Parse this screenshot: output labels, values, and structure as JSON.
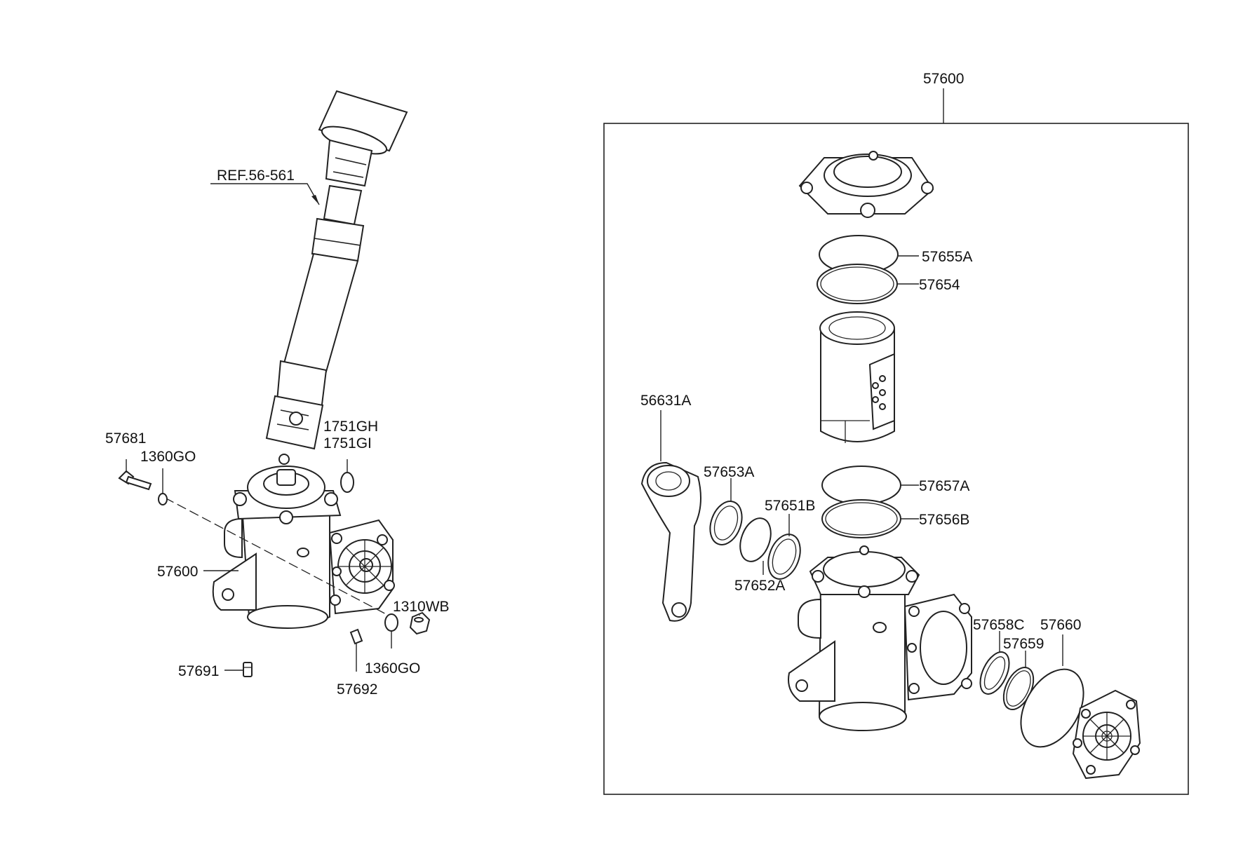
{
  "labels": {
    "ref": "REF.56-561",
    "p57681": "57681",
    "p1360go_top": "1360GO",
    "p1751gh": "1751GH",
    "p1751gi": "1751GI",
    "p57600_left": "57600",
    "p1310wb": "1310WB",
    "p1360go_bottom": "1360GO",
    "p57691": "57691",
    "p57692": "57692",
    "p57600_box": "57600",
    "p57655a": "57655A",
    "p57654": "57654",
    "p56631a": "56631A",
    "p57653a": "57653A",
    "p57651b": "57651B",
    "p57652a": "57652A",
    "p57657a": "57657A",
    "p57656b": "57656B",
    "p57658c": "57658C",
    "p57659": "57659",
    "p57660": "57660"
  }
}
